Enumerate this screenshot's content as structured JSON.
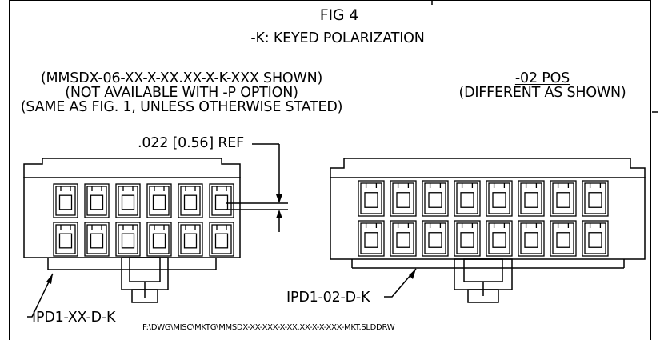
{
  "figure": {
    "title": "FIG 4",
    "subtitle": "-K: KEYED POLARIZATION"
  },
  "left_view": {
    "note_lines": [
      "(MMSDX-06-XX-X-XX.XX-X-K-XXX SHOWN)",
      "(NOT AVAILABLE WITH -P OPTION)",
      "(SAME AS FIG. 1, UNLESS OTHERWISE STATED)"
    ],
    "dimension": {
      "value": ".022",
      "metric": "[0.56]",
      "suffix": "REF"
    },
    "callout": "IPD1-XX-D-K",
    "positions_per_row": 6,
    "rows": 2
  },
  "right_view": {
    "note_lines": [
      "-02 POS",
      "(DIFFERENT AS SHOWN)"
    ],
    "callout": "IPD1-02-D-K",
    "positions_per_row": 8,
    "rows": 2
  },
  "file_path": "F:\\DWG\\MISC\\MKTG\\MMSDX-XX-XXX-X-XX.XX-X-X-XXX-MKT.SLDDRW",
  "colors": {
    "line": "#000000",
    "background": "#ffffff"
  }
}
